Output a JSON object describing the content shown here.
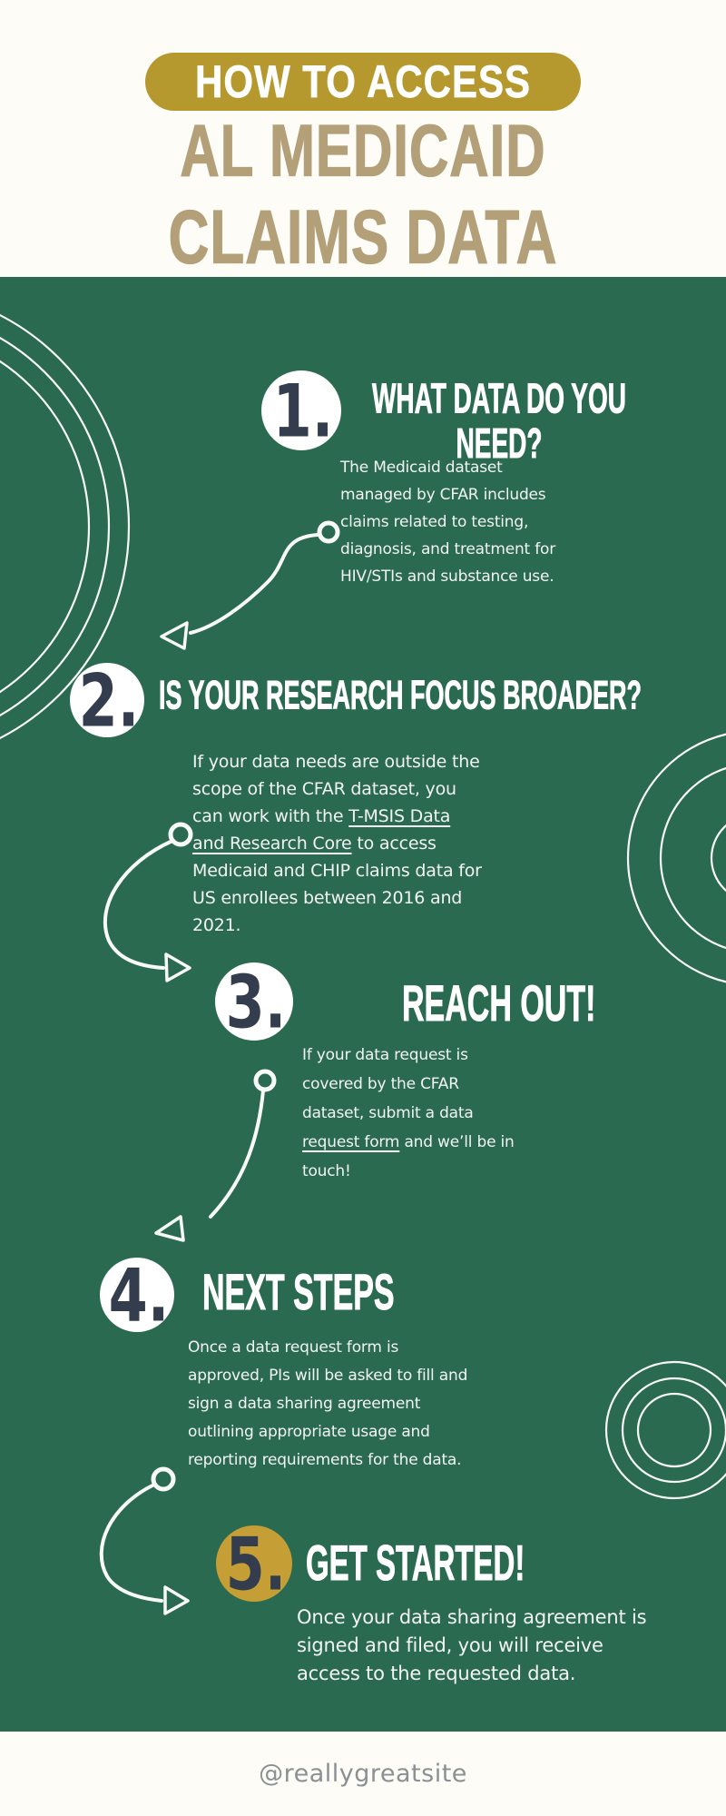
{
  "colors": {
    "bg_green": "#2A6A50",
    "cream": "#FDFCF7",
    "pill_gold": "#B6992E",
    "title_tan": "#B3A078",
    "navy": "#333D4D",
    "badge_gold": "#C59F36",
    "footer_gray": "#8A9094",
    "body_text": "#F2F5F3",
    "stroke_white": "#F8FAF8"
  },
  "header": {
    "pill_label": "HOW TO ACCESS",
    "title_line1": "AL MEDICAID",
    "title_line2": "CLAIMS DATA"
  },
  "steps": [
    {
      "number": "1.",
      "heading": "WHAT DATA DO YOU\nNEED?",
      "body": "The Medicaid dataset\nmanaged by CFAR includes\nclaims related to testing,\ndiagnosis, and treatment for\nHIV/STIs and substance use."
    },
    {
      "number": "2.",
      "heading": "IS YOUR RESEARCH FOCUS BROADER?",
      "body_segments": [
        {
          "t": "If your data needs are outside the\nscope of the CFAR dataset, you\ncan work with the ",
          "u": false
        },
        {
          "t": "T-MSIS Data\nand Research Core",
          "u": true,
          "name": "t-msis-data-research-core-link"
        },
        {
          "t": " to access\nMedicaid and CHIP claims data for\nUS enrollees between 2016 and\n2021.",
          "u": false
        }
      ]
    },
    {
      "number": "3.",
      "heading": "REACH OUT!",
      "body_segments": [
        {
          "t": "If your data request is\ncovered by the CFAR\ndataset, submit a data\n",
          "u": false
        },
        {
          "t": "request form",
          "u": true,
          "name": "request-form-link"
        },
        {
          "t": " and we’ll be in\ntouch!",
          "u": false
        }
      ]
    },
    {
      "number": "4.",
      "heading": "NEXT STEPS",
      "body": "Once a data request form is\napproved, PIs will be asked to fill and\nsign a data sharing agreement\noutlining appropriate usage and\nreporting requirements for the data."
    },
    {
      "number": "5.",
      "heading": "GET STARTED!",
      "body": "Once your data sharing agreement is\nsigned and filed, you will receive\naccess to the requested data."
    }
  ],
  "footer": {
    "handle": "@reallygreatsite"
  },
  "icons": {
    "decorative": [
      "concentric-circles-top-left",
      "concentric-circles-right",
      "concentric-circles-bottom-right"
    ],
    "connectors": [
      "curved-arrow-1",
      "curved-arrow-2",
      "straight-arrow-3",
      "curved-arrow-4"
    ]
  }
}
